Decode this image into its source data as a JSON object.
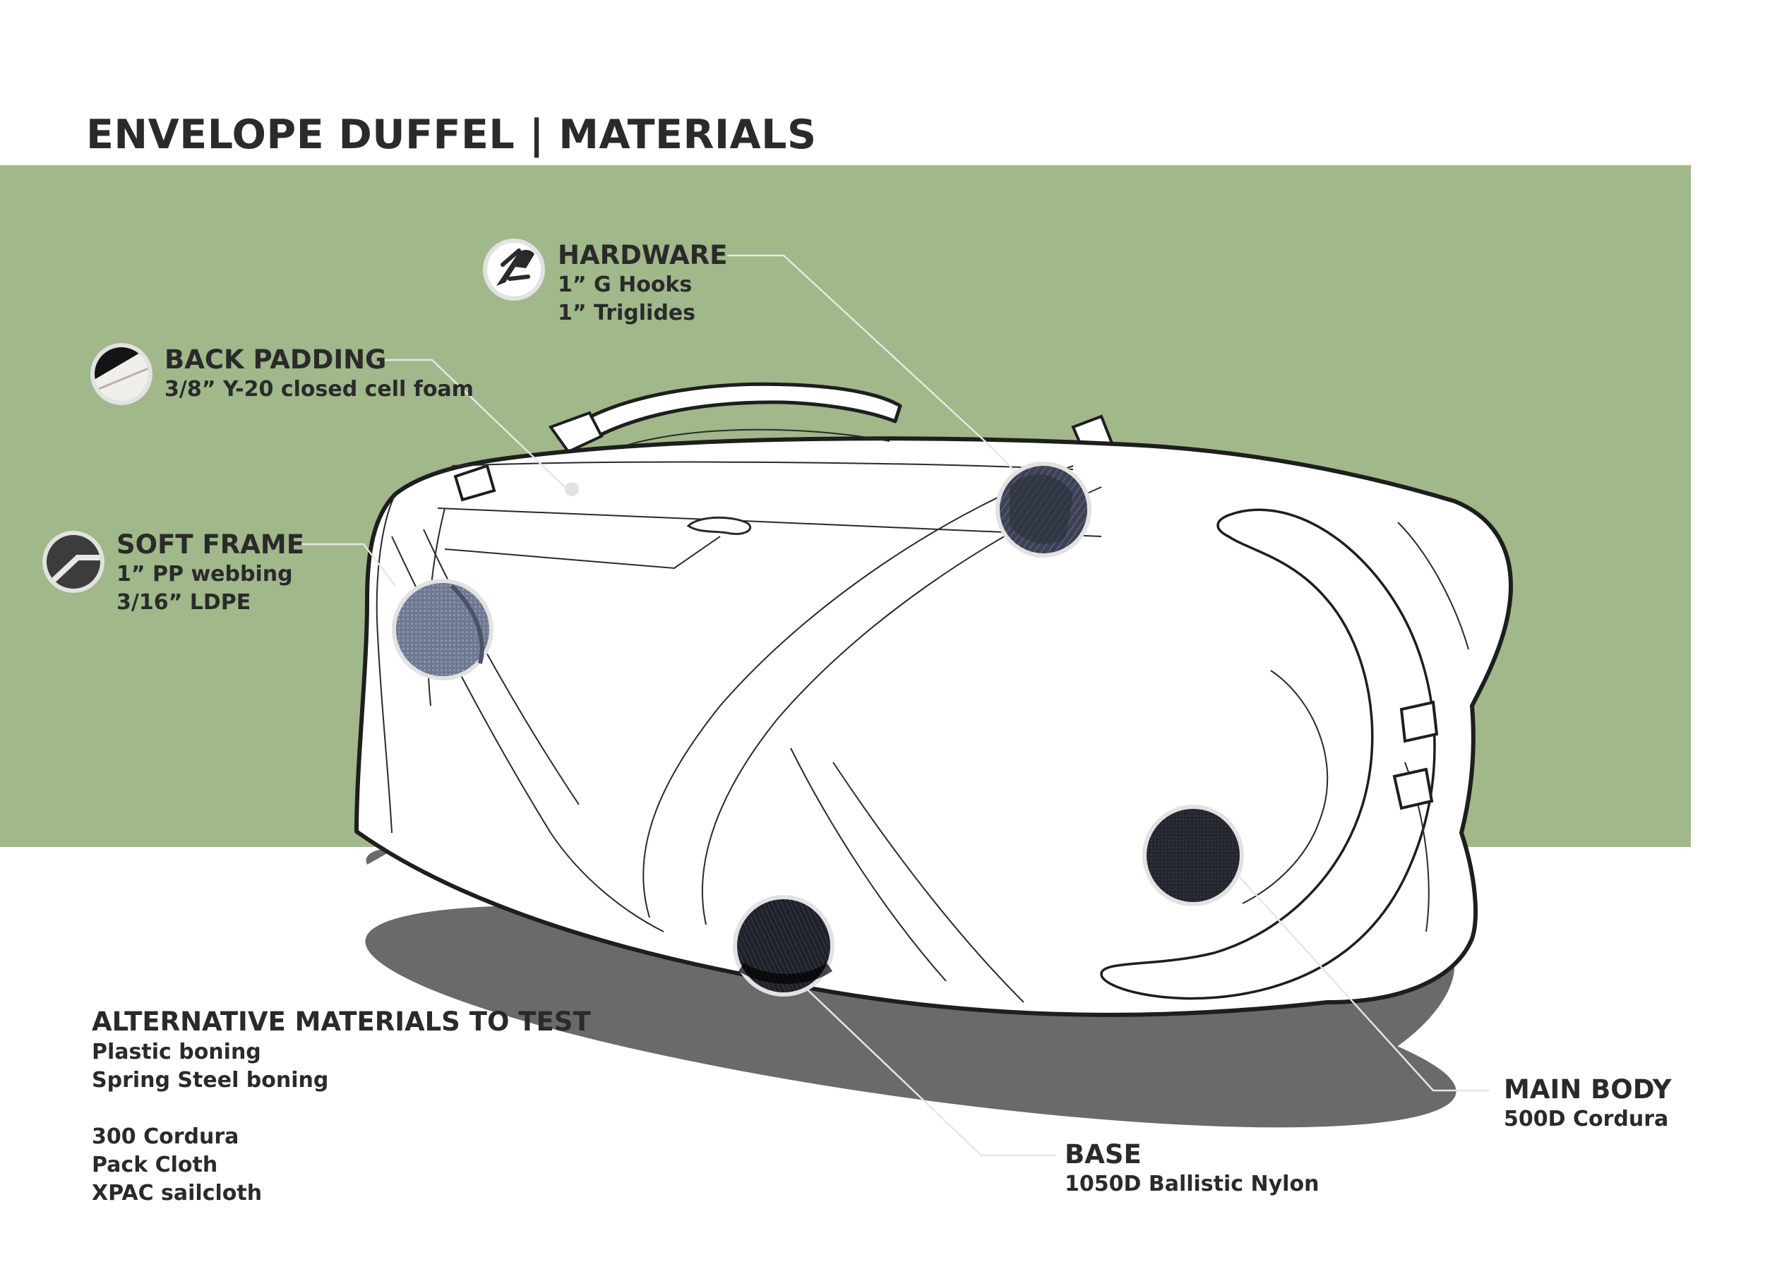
{
  "title": "ENVELOPE DUFFEL | MATERIALS",
  "colors": {
    "panel": "#a0b88a",
    "shadow": "#6a6a6a",
    "outline": "#1e1e1e",
    "leader": "#e6e6e6"
  },
  "callouts": {
    "hardware": {
      "heading": "HARDWARE",
      "lines": [
        "1” G Hooks",
        "1” Triglides"
      ],
      "icon": "g-hook-icon"
    },
    "back_padding": {
      "heading": "BACK PADDING",
      "lines": [
        "3/8” Y-20 closed cell foam"
      ],
      "icon": "foam-swatch-icon"
    },
    "soft_frame": {
      "heading": "SOFT FRAME",
      "lines": [
        "1” PP webbing",
        "3/16” LDPE"
      ],
      "icon": "webbing-swatch-icon"
    },
    "main_body": {
      "heading": "MAIN BODY",
      "lines": [
        "500D Cordura"
      ]
    },
    "base": {
      "heading": "BASE",
      "lines": [
        "1050D Ballistic Nylon"
      ]
    }
  },
  "alternatives": {
    "heading": "ALTERNATIVE MATERIALS TO TEST",
    "group1": [
      "Plastic boning",
      "Spring Steel boning"
    ],
    "group2": [
      "300 Cordura",
      "Pack Cloth",
      "XPAC sailcloth"
    ]
  }
}
